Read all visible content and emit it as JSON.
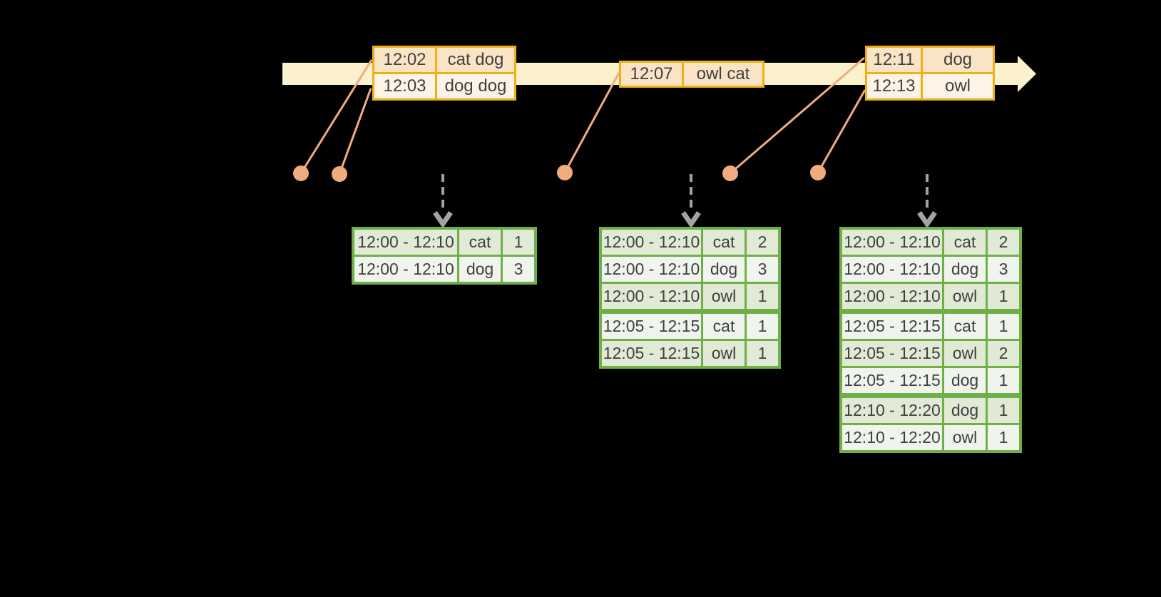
{
  "colors": {
    "background": "#000000",
    "timeline_fill": "#FBF1CD",
    "event_border": "#F0B015",
    "event_row_dark": "#FAE4C6",
    "event_row_light": "#FDF4E7",
    "connector": "#F0AC7E",
    "arrow_gray": "#A3A3A3",
    "result_border": "#70AE47",
    "result_row_dark": "#E0EAD5",
    "result_row_light": "#EFF4EC",
    "text": "#404040"
  },
  "timeline": {
    "events": [
      {
        "rows": [
          {
            "time": "12:02",
            "words": "cat dog"
          },
          {
            "time": "12:03",
            "words": "dog dog"
          }
        ]
      },
      {
        "rows": [
          {
            "time": "12:07",
            "words": "owl cat"
          }
        ]
      },
      {
        "rows": [
          {
            "time": "12:11",
            "words": "dog"
          },
          {
            "time": "12:13",
            "words": "owl"
          }
        ]
      }
    ]
  },
  "result_tables": [
    {
      "rows": [
        [
          "12:00 - 12:10",
          "cat",
          "1"
        ],
        [
          "12:00 - 12:10",
          "dog",
          "3"
        ]
      ]
    },
    {
      "rows": [
        [
          "12:00 - 12:10",
          "cat",
          "2"
        ],
        [
          "12:00 - 12:10",
          "dog",
          "3"
        ],
        [
          "12:00 - 12:10",
          "owl",
          "1"
        ],
        [
          "12:05 - 12:15",
          "cat",
          "1"
        ],
        [
          "12:05 - 12:15",
          "owl",
          "1"
        ]
      ]
    },
    {
      "rows": [
        [
          "12:00 - 12:10",
          "cat",
          "2"
        ],
        [
          "12:00 - 12:10",
          "dog",
          "3"
        ],
        [
          "12:00 - 12:10",
          "owl",
          "1"
        ],
        [
          "12:05 - 12:15",
          "cat",
          "1"
        ],
        [
          "12:05 - 12:15",
          "owl",
          "2"
        ],
        [
          "12:05 - 12:15",
          "dog",
          "1"
        ],
        [
          "12:10 - 12:20",
          "dog",
          "1"
        ],
        [
          "12:10 - 12:20",
          "owl",
          "1"
        ]
      ]
    }
  ]
}
